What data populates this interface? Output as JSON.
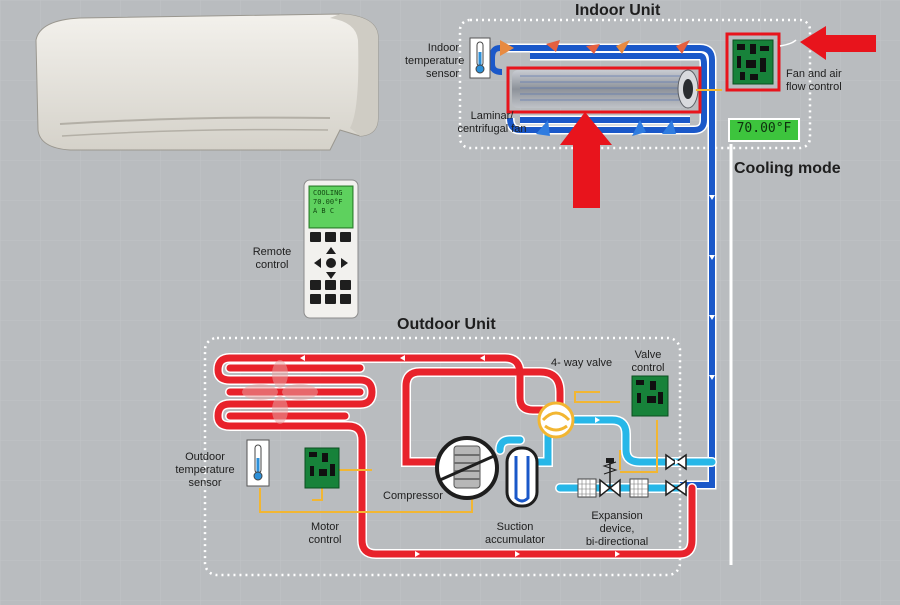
{
  "indoor": {
    "title": "Indoor Unit",
    "temp_sensor_label_1": "Indoor",
    "temp_sensor_label_2": "temperature",
    "temp_sensor_label_3": "sensor",
    "fan_label_1": "Laminar/",
    "fan_label_2": "centrifugal fan",
    "fan_control_label_1": "Fan and air",
    "fan_control_label_2": "flow control",
    "display": "70.00°F"
  },
  "mode_label": "Cooling mode",
  "remote": {
    "label_1": "Remote",
    "label_2": "control",
    "screen_line_1": "COOLING",
    "screen_line_2": "70.00°F",
    "screen_line_3": "A   B   C"
  },
  "outdoor": {
    "title": "Outdoor Unit",
    "valve_label": "4- way valve",
    "valve_control_1": "Valve",
    "valve_control_2": "control",
    "temp_sensor_1": "Outdoor",
    "temp_sensor_2": "temperature",
    "temp_sensor_3": "sensor",
    "compressor": "Compressor",
    "motor_control_1": "Motor",
    "motor_control_2": "control",
    "accumulator_1": "Suction",
    "accumulator_2": "accumulator",
    "expansion_1": "Expansion",
    "expansion_2": "device,",
    "expansion_3": "bi-directional"
  },
  "colors": {
    "background": "#b9bcbf",
    "hot_pipe": "#e8222b",
    "cold_pipe": "#1a58c9",
    "warm_line": "#f2b632",
    "pcb": "#17823a",
    "highlight": "#e8141c"
  }
}
